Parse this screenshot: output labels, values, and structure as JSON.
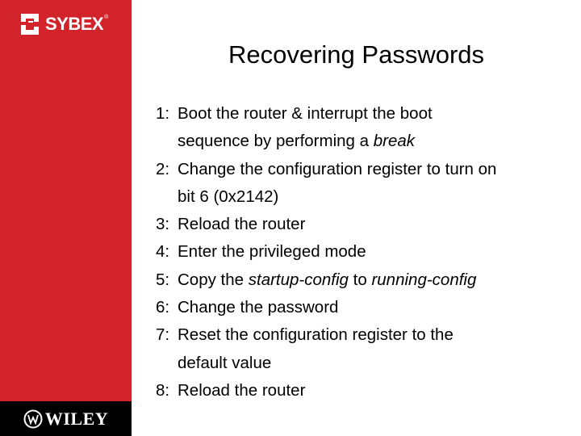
{
  "sidebar": {
    "logo_text": "SYBEX",
    "logo_tm": "®",
    "publisher_text": "WILEY"
  },
  "colors": {
    "sidebar": "#d2232a",
    "publisher_bar": "#000000",
    "text": "#000000"
  },
  "slide": {
    "title": "Recovering Passwords",
    "steps": [
      {
        "num": "1:",
        "parts": [
          "Boot the router & interrupt the boot",
          "sequence by performing a ",
          "break"
        ]
      },
      {
        "num": "2:",
        "parts": [
          "Change the configuration register to turn on",
          "bit 6 (0x2142)"
        ]
      },
      {
        "num": "3:",
        "parts": [
          "Reload the router"
        ]
      },
      {
        "num": "4:",
        "parts": [
          "Enter the privileged mode"
        ]
      },
      {
        "num": "5:",
        "parts": [
          "Copy the ",
          "startup-config",
          " to ",
          "running-config"
        ]
      },
      {
        "num": "6:",
        "parts": [
          "Change the password"
        ]
      },
      {
        "num": "7:",
        "parts": [
          "Reset the configuration register to the",
          "default value"
        ]
      },
      {
        "num": "8:",
        "parts": [
          "Reload the router"
        ]
      }
    ]
  }
}
